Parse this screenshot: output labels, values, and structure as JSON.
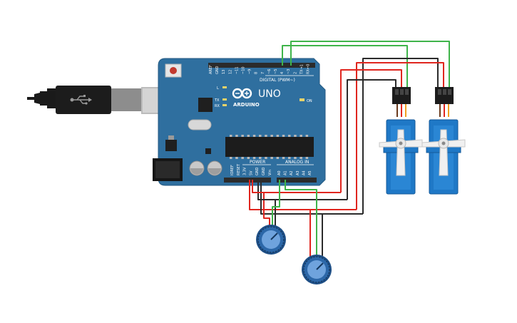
{
  "board": {
    "brand": "ARDUINO",
    "model": "UNO",
    "digital_header_label": "DIGITAL (PWM~)",
    "power_label": "POWER",
    "analog_label": "ANALOG IN",
    "on_label": "ON",
    "led_l_label": "L",
    "led_tx_label": "TX",
    "led_rx_label": "RX",
    "digital_pins": [
      "AREF",
      "GND",
      "13",
      "12",
      "~11",
      "~10",
      "~9",
      "8",
      "7",
      "~6",
      "~5",
      "4",
      "~3",
      "2",
      "TX→1",
      "RX←0"
    ],
    "power_pins": [
      "IOREF",
      "RESET",
      "3.3V",
      "5V",
      "GND",
      "GND",
      "Vin"
    ],
    "analog_pins": [
      "A0",
      "A1",
      "A2",
      "A3",
      "A4",
      "A5"
    ]
  },
  "colors": {
    "board": "#2f6f9f",
    "board_dark": "#22577f",
    "servo": "#1f78c6",
    "wire_red": "#e0261f",
    "wire_black": "#2b2b2b",
    "wire_green": "#3fb44a",
    "knob": "#1e4f86"
  },
  "icons": [
    "usb-icon",
    "arduino-infinity-icon"
  ]
}
